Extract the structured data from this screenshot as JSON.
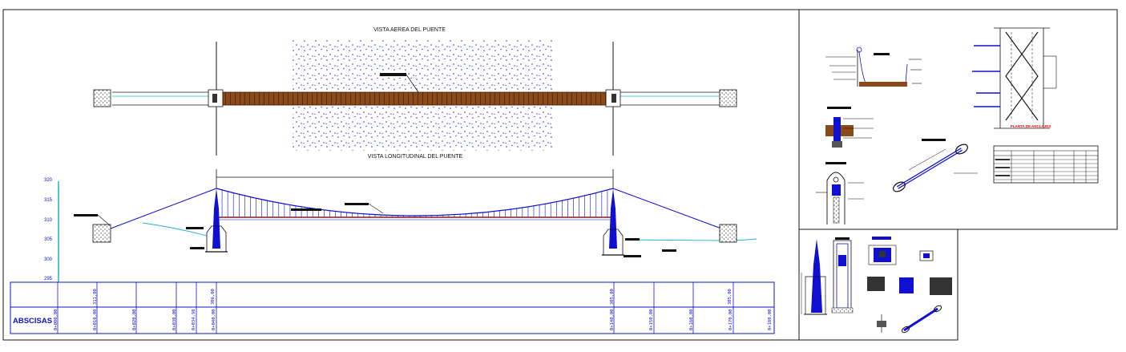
{
  "views": {
    "aerial_title": "VISTA AEREA DEL PUENTE",
    "longitudinal_title": "VISTA LONGITUDINAL  DEL PUENTE"
  },
  "detail": {
    "plan_title": "PLANTA DE ANCLAJES"
  },
  "elevation_axis": {
    "ticks": [
      "320",
      "315",
      "310",
      "305",
      "300",
      "295"
    ]
  },
  "table": {
    "row_label": "ABSCISAS",
    "elevations": [
      "311,00",
      "306,00",
      "305,00",
      "305,00"
    ],
    "abscissas": [
      "0+000,00",
      "0+010,00",
      "0+020,00",
      "0+030,00",
      "0+034,98",
      "0+040,00",
      "0+140,00",
      "0+150,00",
      "0+160,00",
      "0+170,00",
      "0+180,00"
    ]
  },
  "colors": {
    "frame": "#1a1a1a",
    "blue": "#1010d0",
    "deck_brown": "#8a4a1a",
    "cyan": "#20b0d0",
    "red": "#ff0000"
  }
}
